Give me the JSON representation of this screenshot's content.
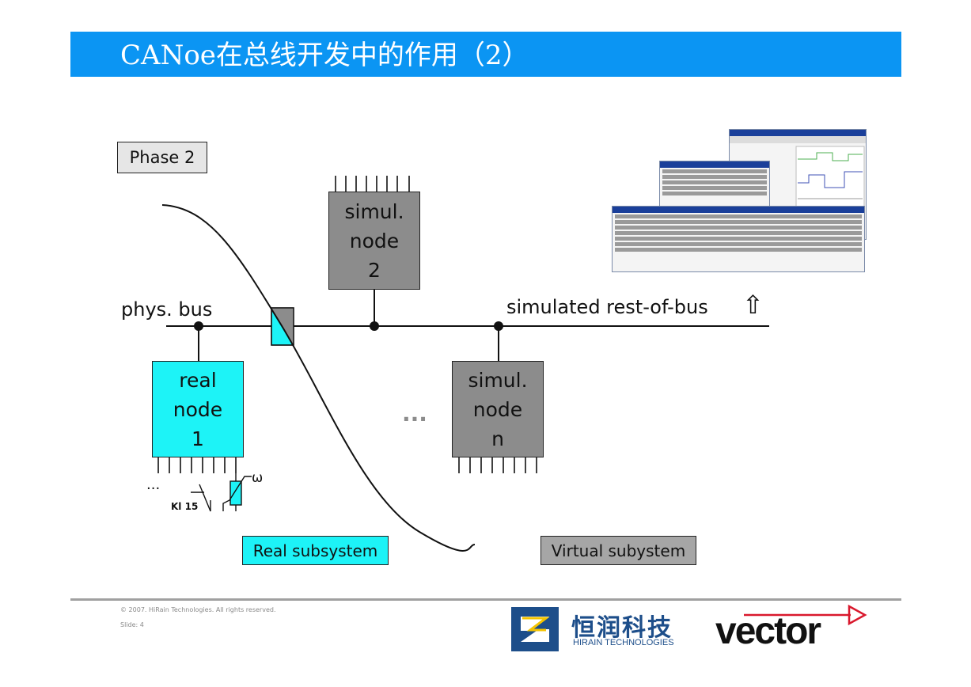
{
  "title": "CANoe在总线开发中的作用（2）",
  "phase_label": "Phase 2",
  "bus": {
    "phys_label": "phys. bus",
    "simulated_label": "simulated rest-of-bus",
    "up_arrow_glyph": "⇧"
  },
  "nodes": {
    "real_node": "real\nnode\n1",
    "simul_node_2": "simul.\nnode\n2",
    "simul_node_n": "simul.\nnode\nn",
    "ellipsis": "...",
    "ellipsis_left": "...",
    "kl15": "Kl 15",
    "omega": "ω"
  },
  "subsystems": {
    "real": "Real subsystem",
    "virtual": "Virtual subystem"
  },
  "footer": {
    "copyright": "© 2007. HiRain Technologies. All rights reserved.",
    "slide_prefix": "Slide:",
    "slide_number": "4",
    "hirain_cn": "恒润科技",
    "hirain_en": "HIRAIN TECHNOLOGIES",
    "vector": "vector"
  },
  "colors": {
    "title_bar": "#0b95f3",
    "cyan": "#1df3f7",
    "gray": "#8c8c8c",
    "hirain_blue": "#1d4e8a"
  }
}
